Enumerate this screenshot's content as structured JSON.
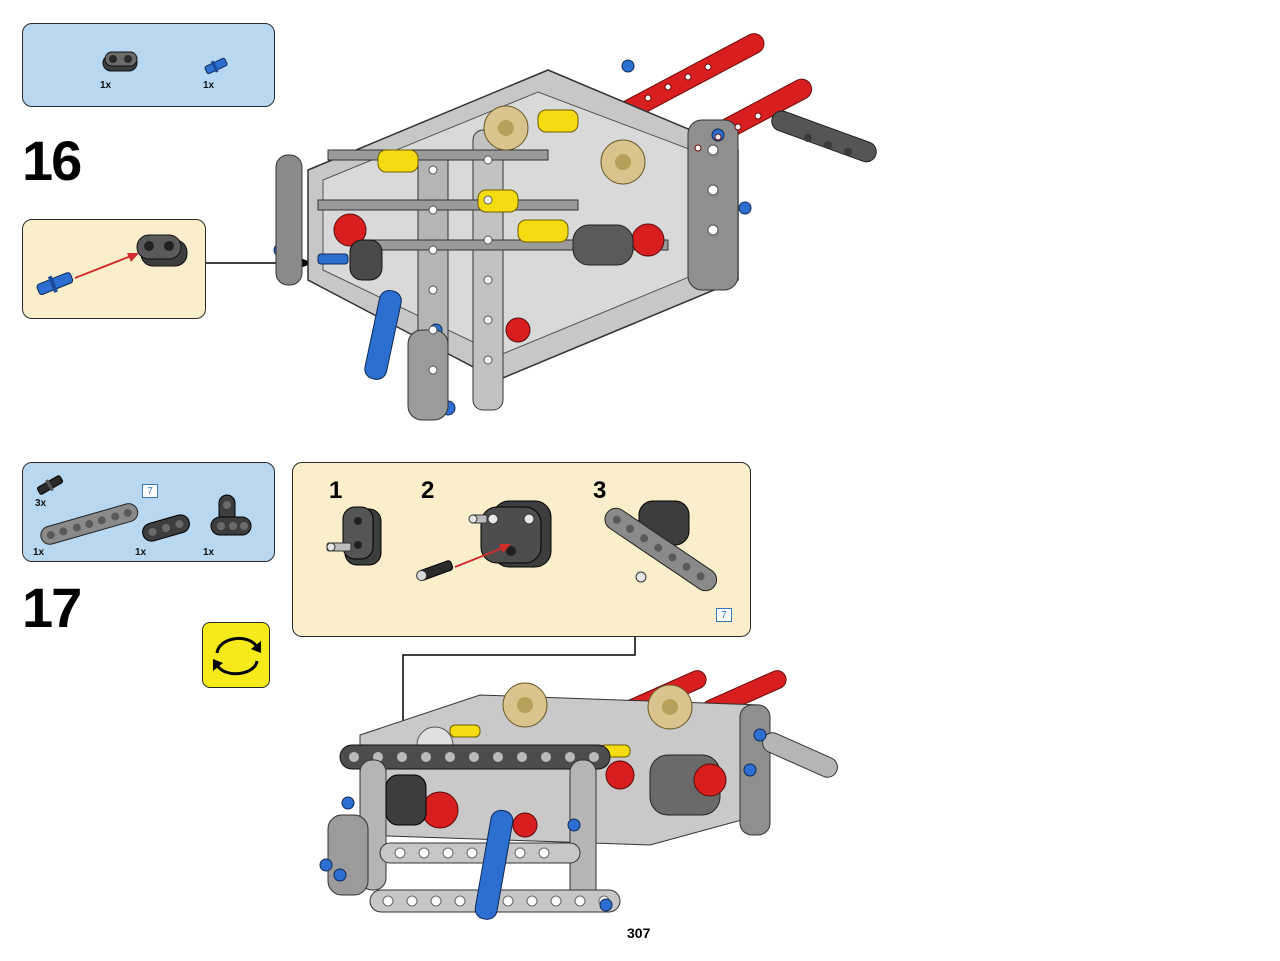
{
  "page": {
    "number": "307"
  },
  "steps": [
    {
      "number": "16",
      "parts": [
        {
          "name": "black-axle-connector",
          "quantity": "1x"
        },
        {
          "name": "blue-axle-pin",
          "quantity": "1x"
        }
      ]
    },
    {
      "number": "17",
      "parts": [
        {
          "name": "black-pin-with-axle",
          "quantity": "3x"
        },
        {
          "name": "grey-liftarm-7",
          "quantity": "1x"
        },
        {
          "name": "black-liftarm-3",
          "quantity": "1x"
        },
        {
          "name": "black-t-liftarm",
          "quantity": "1x"
        }
      ],
      "parts_length_tag": "7",
      "substeps": [
        "1",
        "2",
        "3"
      ],
      "callout_length_tag": "7",
      "rotate_icon": "rotate-model-icon"
    }
  ],
  "colors": {
    "parts_box": "#b8d8f2",
    "callout_box": "#fbeecb",
    "rotate_button": "#f7ea1a",
    "arrow": "#d22d2d",
    "tag_border": "#3a78b5"
  }
}
